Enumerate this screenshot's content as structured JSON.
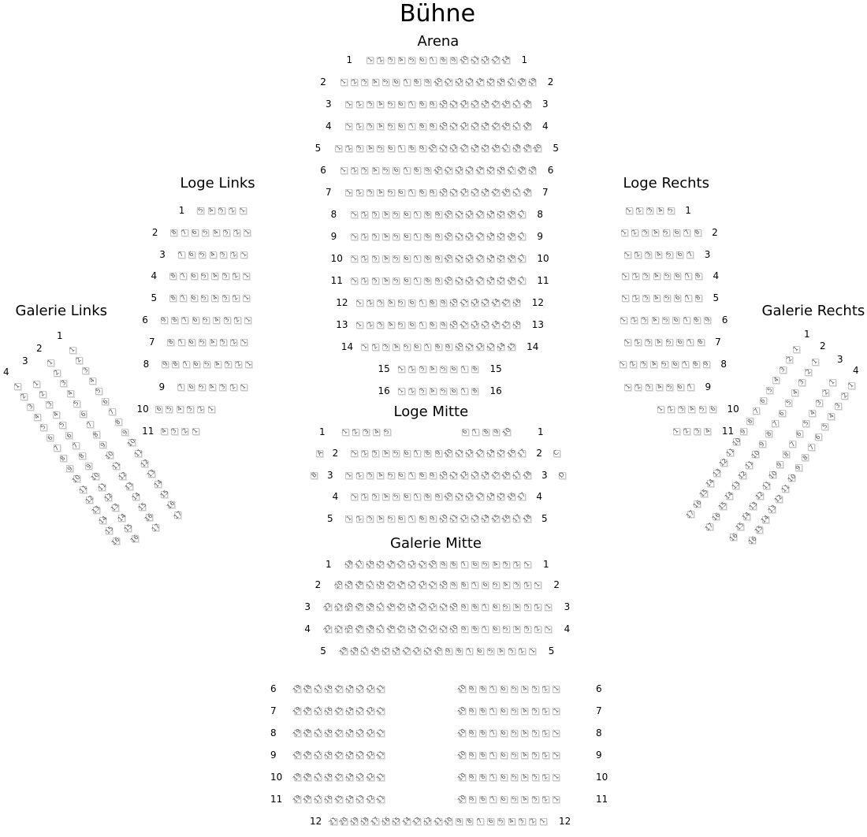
{
  "stage_title": "Bühne",
  "sections": [
    {
      "key": "arena",
      "title": "Arena",
      "rows": [
        {
          "label": "1",
          "seats": 14
        },
        {
          "label": "2",
          "seats": 19
        },
        {
          "label": "3",
          "seats": 18
        },
        {
          "label": "4",
          "seats": 18
        },
        {
          "label": "5",
          "seats": 20
        },
        {
          "label": "6",
          "seats": 19
        },
        {
          "label": "7",
          "seats": 18
        },
        {
          "label": "8",
          "seats": 17
        },
        {
          "label": "9",
          "seats": 17
        },
        {
          "label": "10",
          "seats": 17
        },
        {
          "label": "11",
          "seats": 17
        },
        {
          "label": "12",
          "seats": 16
        },
        {
          "label": "13",
          "seats": 16
        },
        {
          "label": "14",
          "seats": 15
        },
        {
          "label": "15",
          "seats": 8
        },
        {
          "label": "16",
          "seats": 8
        }
      ]
    },
    {
      "key": "loge-links",
      "title": "Loge Links",
      "rows": [
        {
          "label": "1",
          "seats": 5
        },
        {
          "label": "2",
          "seats": 8
        },
        {
          "label": "3",
          "seats": 7
        },
        {
          "label": "4",
          "seats": 8
        },
        {
          "label": "5",
          "seats": 8
        },
        {
          "label": "6",
          "seats": 9
        },
        {
          "label": "7",
          "seats": 8
        },
        {
          "label": "8",
          "seats": 9
        },
        {
          "label": "9",
          "seats": 7
        },
        {
          "label": "10",
          "seats": 6
        },
        {
          "label": "11",
          "seats": 4
        }
      ]
    },
    {
      "key": "loge-rechts",
      "title": "Loge Rechts",
      "rows": [
        {
          "label": "1",
          "seats": 5
        },
        {
          "label": "2",
          "seats": 8
        },
        {
          "label": "3",
          "seats": 7
        },
        {
          "label": "4",
          "seats": 8
        },
        {
          "label": "5",
          "seats": 8
        },
        {
          "label": "6",
          "seats": 9
        },
        {
          "label": "7",
          "seats": 8
        },
        {
          "label": "8",
          "seats": 9
        },
        {
          "label": "9",
          "seats": 7
        },
        {
          "label": "10",
          "seats": 6
        },
        {
          "label": "11",
          "seats": 4
        }
      ]
    },
    {
      "key": "galerie-links",
      "title": "Galerie Links",
      "rows": [
        {
          "label": "1",
          "seats": 17
        },
        {
          "label": "2",
          "seats": 17
        },
        {
          "label": "3",
          "seats": 16
        },
        {
          "label": "4",
          "seats": 16
        }
      ]
    },
    {
      "key": "galerie-rechts",
      "title": "Galerie Rechts",
      "rows": [
        {
          "label": "1",
          "seats": 17
        },
        {
          "label": "2",
          "seats": 17
        },
        {
          "label": "3",
          "seats": 16
        },
        {
          "label": "4",
          "seats": 16
        }
      ]
    },
    {
      "key": "loge-mitte",
      "title": "Loge Mitte",
      "rows": [
        {
          "label": "1",
          "left": {
            "from": 1,
            "to": 5
          },
          "right": {
            "from": 6,
            "to": 10
          }
        },
        {
          "label": "2",
          "seats": 17,
          "extra_left": "A",
          "extra_right": "C"
        },
        {
          "label": "3",
          "seats": 18,
          "extra_left": "B",
          "extra_right": "D"
        },
        {
          "label": "4",
          "seats": 17
        },
        {
          "label": "5",
          "seats": 18
        }
      ]
    },
    {
      "key": "galerie-mitte",
      "title": "Galerie Mitte",
      "rows": [
        {
          "label": "1",
          "seats": 18
        },
        {
          "label": "2",
          "seats": 20
        },
        {
          "label": "3",
          "seats": 22
        },
        {
          "label": "4",
          "seats": 22
        },
        {
          "label": "5",
          "seats": 19
        },
        {
          "label": "6",
          "left": {
            "from": 19,
            "to": 11
          },
          "right": {
            "from": 10,
            "to": 1
          }
        },
        {
          "label": "7",
          "left": {
            "from": 19,
            "to": 11
          },
          "right": {
            "from": 10,
            "to": 1
          }
        },
        {
          "label": "8",
          "left": {
            "from": 19,
            "to": 11
          },
          "right": {
            "from": 10,
            "to": 1
          }
        },
        {
          "label": "9",
          "left": {
            "from": 19,
            "to": 11
          },
          "right": {
            "from": 10,
            "to": 1
          }
        },
        {
          "label": "10",
          "left": {
            "from": 19,
            "to": 11
          },
          "right": {
            "from": 10,
            "to": 1
          }
        },
        {
          "label": "11",
          "left": {
            "from": 19,
            "to": 11
          },
          "right": {
            "from": 10,
            "to": 1
          }
        },
        {
          "label": "12",
          "seats": 21
        }
      ]
    }
  ]
}
